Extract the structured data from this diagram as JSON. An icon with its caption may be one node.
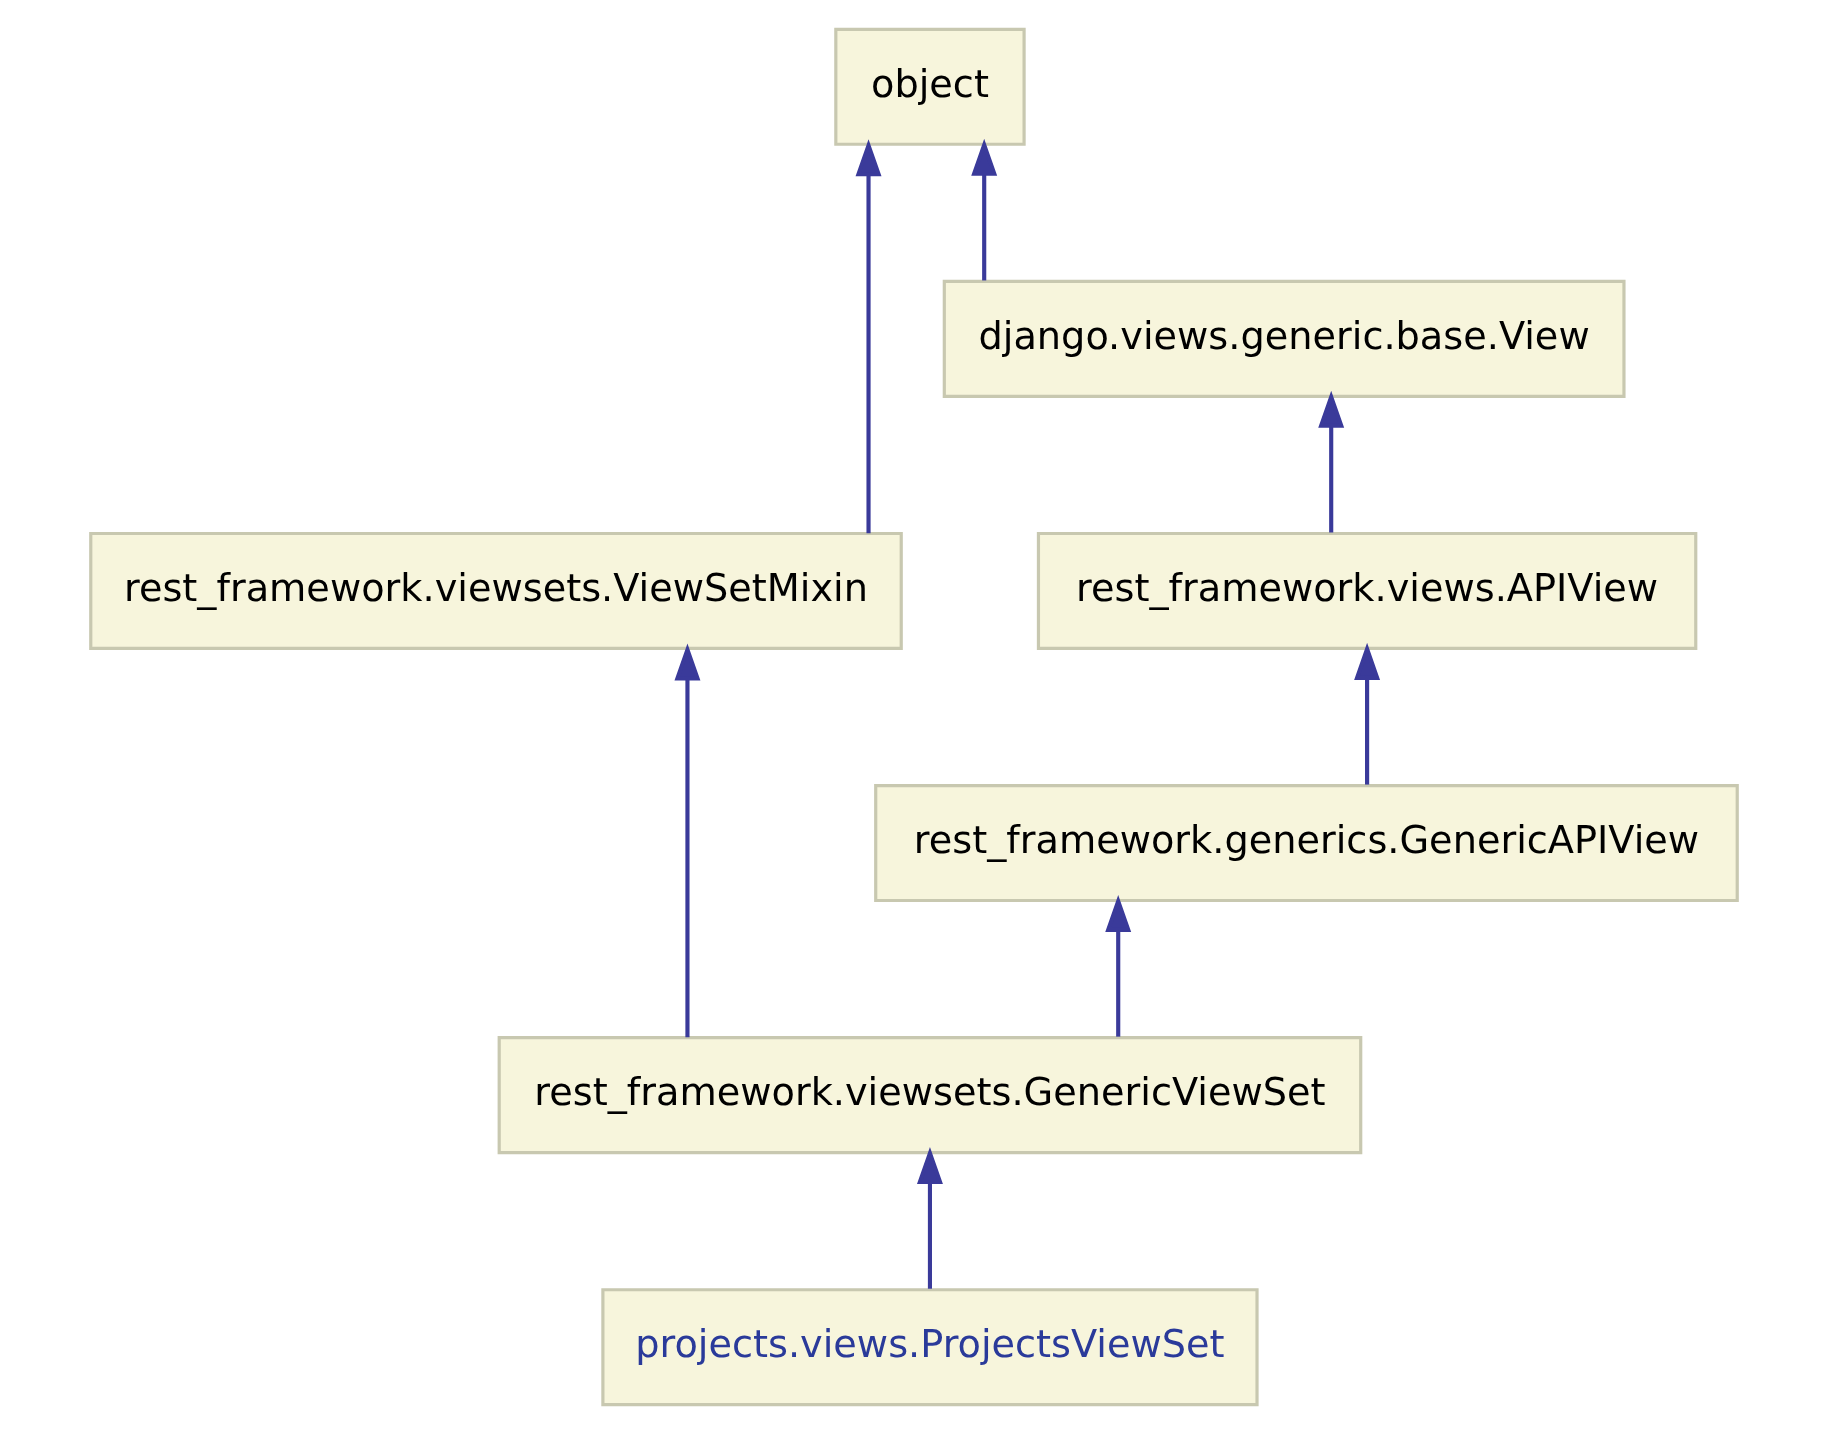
{
  "diagram": {
    "nodes": [
      {
        "text": [
          "object"
        ]
      },
      {
        "text": [
          "django.views.generic.base.View"
        ]
      },
      {
        "text": [
          "rest_framework.viewsets.ViewSetMixin"
        ]
      },
      {
        "text": [
          "rest_framework.views.APIView"
        ]
      },
      {
        "text": [
          "rest_framework.generics.GenericAPIView"
        ]
      },
      {
        "text": [
          "rest_framework.viewsets.GenericViewSet"
        ]
      },
      {
        "text": [
          "projects.views.ProjectsViewSet"
        ]
      }
    ],
    "edges": [
      {
        "from": 1,
        "to": 0,
        "arrow": "to"
      },
      {
        "from": 2,
        "to": 0,
        "arrow": "to"
      },
      {
        "from": 3,
        "to": 1,
        "arrow": "to"
      },
      {
        "from": 4,
        "to": 3,
        "arrow": "to"
      },
      {
        "from": 5,
        "to": 4,
        "arrow": "to"
      },
      {
        "from": 5,
        "to": 2,
        "arrow": "to"
      },
      {
        "from": 6,
        "to": 5,
        "arrow": "to"
      }
    ]
  }
}
